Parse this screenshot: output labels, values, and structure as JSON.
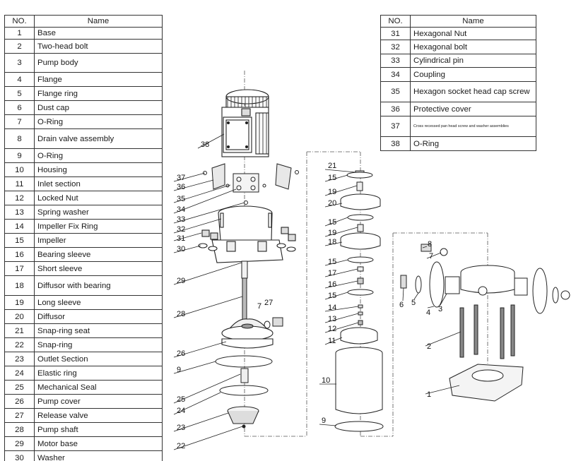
{
  "table_header": {
    "no": "NO.",
    "name": "Name"
  },
  "left_rows": [
    {
      "no": "1",
      "name": "Base"
    },
    {
      "no": "2",
      "name": "Two-head bolt"
    },
    {
      "no": "3",
      "name": "Pump body"
    },
    {
      "no": "4",
      "name": "Flange"
    },
    {
      "no": "5",
      "name": "Flange ring"
    },
    {
      "no": "6",
      "name": "Dust cap"
    },
    {
      "no": "7",
      "name": "O-Ring"
    },
    {
      "no": "8",
      "name": "Drain valve assembly"
    },
    {
      "no": "9",
      "name": "O-Ring"
    },
    {
      "no": "10",
      "name": "Housing"
    },
    {
      "no": "11",
      "name": "Inlet section"
    },
    {
      "no": "12",
      "name": "Locked Nut"
    },
    {
      "no": "13",
      "name": "Spring washer"
    },
    {
      "no": "14",
      "name": "Impeller Fix Ring"
    },
    {
      "no": "15",
      "name": "Impeller"
    },
    {
      "no": "16",
      "name": "Bearing sleeve"
    },
    {
      "no": "17",
      "name": "Short sleeve"
    },
    {
      "no": "18",
      "name": "Diffusor with bearing"
    },
    {
      "no": "19",
      "name": "Long sleeve"
    },
    {
      "no": "20",
      "name": "Diffusor"
    },
    {
      "no": "21",
      "name": "Snap-ring seat"
    },
    {
      "no": "22",
      "name": "Snap-ring"
    },
    {
      "no": "23",
      "name": "Outlet Section"
    },
    {
      "no": "24",
      "name": "Elastic ring"
    },
    {
      "no": "25",
      "name": "Mechanical Seal"
    },
    {
      "no": "26",
      "name": "Pump cover"
    },
    {
      "no": "27",
      "name": "Release valve"
    },
    {
      "no": "28",
      "name": "Pump shaft"
    },
    {
      "no": "29",
      "name": "Motor base"
    },
    {
      "no": "30",
      "name": "Washer"
    }
  ],
  "right_rows": [
    {
      "no": "31",
      "name": "Hexagonal Nut"
    },
    {
      "no": "32",
      "name": "Hexagonal bolt"
    },
    {
      "no": "33",
      "name": "Cylindrical pin"
    },
    {
      "no": "34",
      "name": "Coupling"
    },
    {
      "no": "35",
      "name": "Hexagon socket head cap screw"
    },
    {
      "no": "36",
      "name": "Protective cover"
    },
    {
      "no": "37",
      "name": "Cross recessed pan head screw and washer assemblies"
    },
    {
      "no": "38",
      "name": "O-Ring"
    }
  ],
  "callouts": {
    "c38": "38",
    "c37": "37",
    "c36": "36",
    "c35": "35",
    "c34": "34",
    "c33": "33",
    "c32": "32",
    "c31": "31",
    "c30": "30",
    "c29": "29",
    "c28": "28",
    "c27": "27",
    "c7a": "7",
    "c26": "26",
    "c9a": "9",
    "c25": "25",
    "c24": "24",
    "c23": "23",
    "c22": "22",
    "c21": "21",
    "c15a": "15",
    "c19a": "19",
    "c20": "20",
    "c15b": "15",
    "c19b": "19",
    "c18": "18",
    "c15c": "15",
    "c17": "17",
    "c16": "16",
    "c15d": "15",
    "c14": "14",
    "c13": "13",
    "c12": "12",
    "c11": "11",
    "c10": "10",
    "c9b": "9",
    "c8": "8",
    "c7b": "7",
    "c6": "6",
    "c5": "5",
    "c4": "4",
    "c3": "3",
    "c2": "2",
    "c1": "1"
  }
}
